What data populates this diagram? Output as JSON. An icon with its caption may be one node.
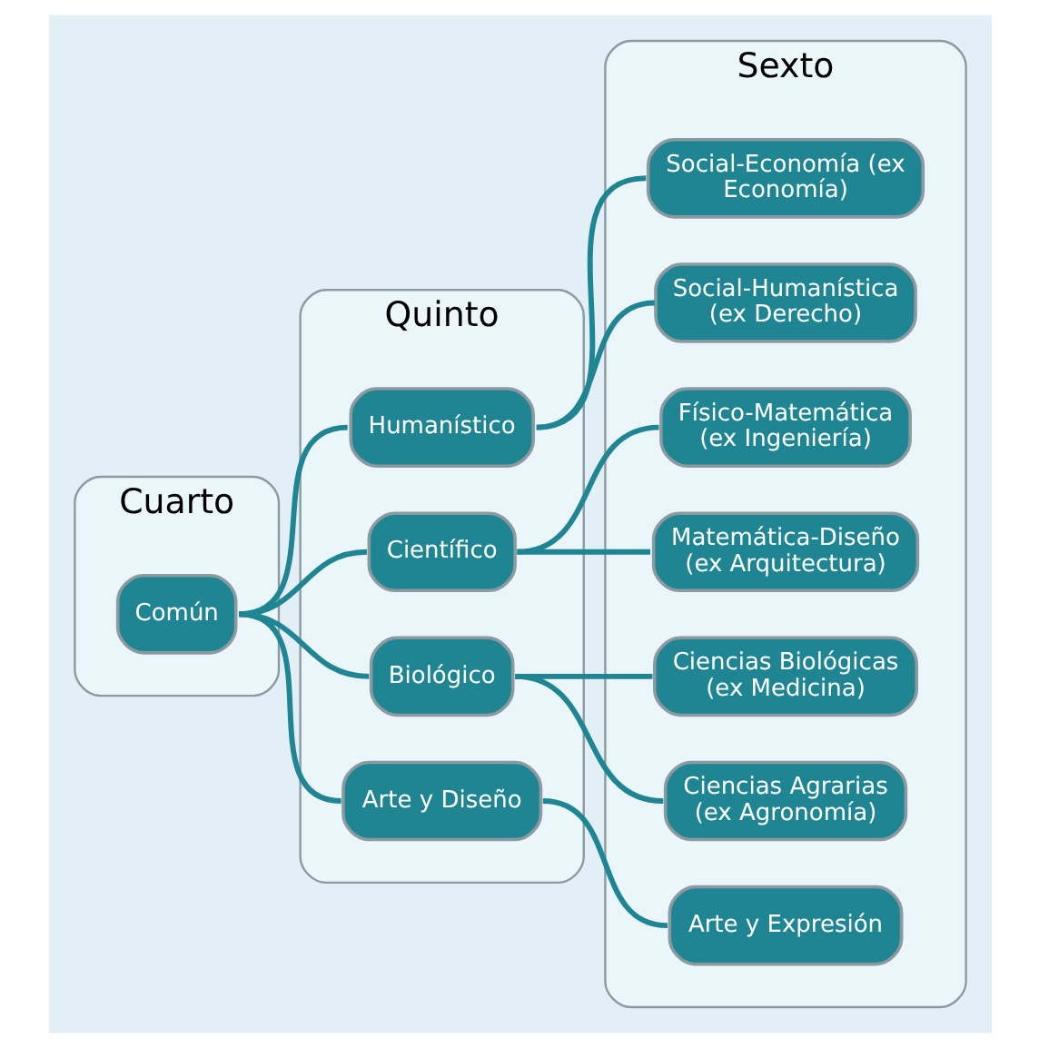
{
  "diagram": {
    "nodes": [
      {
        "text": [
          "Cuarto"
        ]
      },
      {
        "text": [
          "Quinto"
        ]
      },
      {
        "text": [
          "Sexto"
        ]
      },
      {
        "text": [
          "Común"
        ],
        "in": 0
      },
      {
        "text": [
          "Humanístico"
        ],
        "in": 1
      },
      {
        "text": [
          "Científico"
        ],
        "in": 1
      },
      {
        "text": [
          "Biológico"
        ],
        "in": 1
      },
      {
        "text": [
          "Arte y Diseño"
        ],
        "in": 1
      },
      {
        "text": [
          "Social-Economía (ex Economía)"
        ],
        "in": 2
      },
      {
        "text": [
          "Social-Humanística (ex Derecho)"
        ],
        "in": 2
      },
      {
        "text": [
          "Físico-Matemática (ex Ingeniería)"
        ],
        "in": 2
      },
      {
        "text": [
          "Matemática-Diseño (ex Arquitectura)"
        ],
        "in": 2
      },
      {
        "text": [
          "Ciencias Biológicas (ex Medicina)"
        ],
        "in": 2
      },
      {
        "text": [
          "Ciencias Agrarias (ex Agronomía)"
        ],
        "in": 2
      },
      {
        "text": [
          "Arte y Expresión"
        ],
        "in": 2
      }
    ],
    "edges": [
      {
        "from": 3,
        "to": 4,
        "arrow": "none"
      },
      {
        "from": 3,
        "to": 5,
        "arrow": "none"
      },
      {
        "from": 3,
        "to": 6,
        "arrow": "none"
      },
      {
        "from": 3,
        "to": 7,
        "arrow": "none"
      },
      {
        "from": 4,
        "to": 8,
        "arrow": "none"
      },
      {
        "from": 4,
        "to": 9,
        "arrow": "none"
      },
      {
        "from": 5,
        "to": 10,
        "arrow": "none"
      },
      {
        "from": 5,
        "to": 11,
        "arrow": "none"
      },
      {
        "from": 6,
        "to": 12,
        "arrow": "none"
      },
      {
        "from": 6,
        "to": 13,
        "arrow": "none"
      },
      {
        "from": 7,
        "to": 14,
        "arrow": "none"
      }
    ]
  }
}
